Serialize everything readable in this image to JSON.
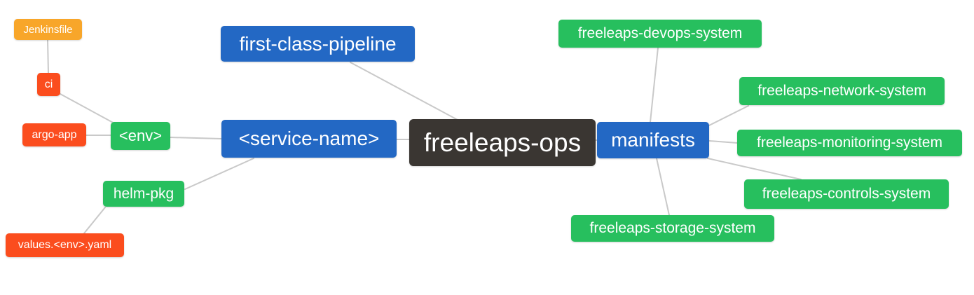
{
  "diagram": {
    "type": "mindmap",
    "root_label": "freeleaps-ops"
  },
  "colors": {
    "root_bg": "#3a3632",
    "blue": "#2368c4",
    "green": "#27bf5e",
    "red": "#fb4d1e",
    "orange": "#f8a62a",
    "edge": "#c9c9c9",
    "text": "#ffffff",
    "background": "#ffffff"
  },
  "nodes": {
    "root": {
      "label": "freeleaps-ops"
    },
    "first_class_pipeline": {
      "label": "first-class-pipeline"
    },
    "service_name": {
      "label": "<service-name>"
    },
    "manifests": {
      "label": "manifests"
    },
    "env": {
      "label": "<env>"
    },
    "helm_pkg": {
      "label": "helm-pkg"
    },
    "ci": {
      "label": "ci"
    },
    "argo_app": {
      "label": "argo-app"
    },
    "jenkinsfile": {
      "label": "Jenkinsfile"
    },
    "values_env_yaml": {
      "label": "values.<env>.yaml"
    },
    "devops_system": {
      "label": "freeleaps-devops-system"
    },
    "network_system": {
      "label": "freeleaps-network-system"
    },
    "monitoring_system": {
      "label": "freeleaps-monitoring-system"
    },
    "controls_system": {
      "label": "freeleaps-controls-system"
    },
    "storage_system": {
      "label": "freeleaps-storage-system"
    }
  },
  "edges": [
    {
      "from": "jenkinsfile",
      "to": "ci"
    },
    {
      "from": "ci",
      "to": "env"
    },
    {
      "from": "argo_app",
      "to": "env"
    },
    {
      "from": "env",
      "to": "service_name"
    },
    {
      "from": "helm_pkg",
      "to": "service_name"
    },
    {
      "from": "helm_pkg",
      "to": "values_env_yaml"
    },
    {
      "from": "first_class_pipeline",
      "to": "root"
    },
    {
      "from": "service_name",
      "to": "root"
    },
    {
      "from": "root",
      "to": "manifests"
    },
    {
      "from": "manifests",
      "to": "devops_system"
    },
    {
      "from": "manifests",
      "to": "network_system"
    },
    {
      "from": "manifests",
      "to": "monitoring_system"
    },
    {
      "from": "manifests",
      "to": "controls_system"
    },
    {
      "from": "manifests",
      "to": "storage_system"
    }
  ]
}
